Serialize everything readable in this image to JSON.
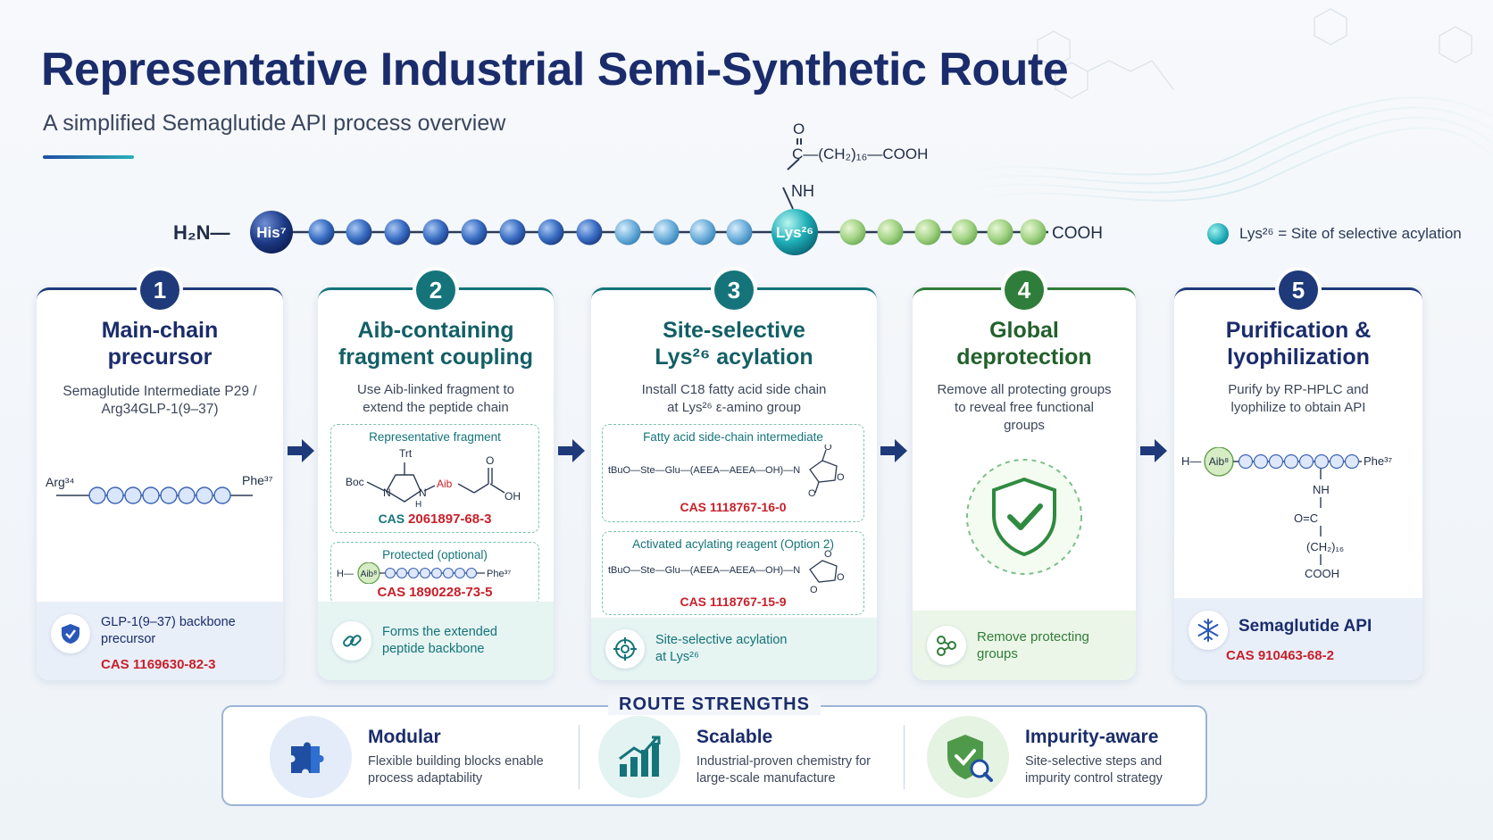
{
  "header": {
    "title": "Representative Industrial Semi-Synthetic Route",
    "subtitle": "A simplified Semaglutide API process overview"
  },
  "chain": {
    "n_terminus": "H₂N—",
    "his_label": "His⁷",
    "lys_label": "Lys²⁶",
    "c_terminus": "COOH",
    "side_chain_o": "O",
    "side_chain_top": "C—(CH₂)₁₆—COOH",
    "side_chain_nh": "NH"
  },
  "legend": {
    "text": "Lys²⁶ = Site of selective acylation"
  },
  "steps": [
    {
      "number": "1",
      "title_l1": "Main-chain",
      "title_l2": "precursor",
      "desc_l1": "Semaglutide Intermediate P29 /",
      "desc_l2": "Arg34GLP-1(9–37)",
      "peptide_left": "Arg³⁴",
      "peptide_right": "Phe³⁷",
      "footer_l1": "GLP-1(9–37) backbone",
      "footer_l2": "precursor",
      "footer_cas": "CAS  1169630-82-3",
      "color": "#1f3a7a"
    },
    {
      "number": "2",
      "title_l1": "Aib-containing",
      "title_l2": "fragment coupling",
      "desc_l1": "Use Aib-linked fragment to",
      "desc_l2": "extend the peptide chain",
      "box1_title": "Representative fragment",
      "box1_trt": "Trt",
      "box1_boc": "Boc",
      "box1_aib": "Aib",
      "box1_oh": "OH",
      "box1_o": "O",
      "box1_n": "N",
      "box1_nh": "N",
      "box1_h": "H",
      "box1_cas_label": "CAS",
      "box1_cas": "2061897-68-3",
      "box2_title": "Protected (optional)",
      "box2_h": "H—",
      "box2_aib": "Aib⁸",
      "box2_phe": "Phe³⁷",
      "box2_cas_label": "CAS",
      "box2_cas": "1890228-73-5",
      "footer_l1": "Forms the extended",
      "footer_l2": "peptide backbone",
      "color": "#14747a"
    },
    {
      "number": "3",
      "title_l1": "Site-selective",
      "title_l2": "Lys²⁶ acylation",
      "desc_l1": "Install C18 fatty acid side chain",
      "desc_l2": "at Lys²⁶ ε-amino group",
      "box1_title": "Fatty acid side-chain intermediate",
      "box1_formula": "tBuO—Ste—Glu—(AEEA—AEEA—OH)—N",
      "box1_cas": "CAS  1118767-16-0",
      "box2_title": "Activated acylating reagent (Option 2)",
      "box2_formula": "tBuO—Ste—Glu—(AEEA—AEEA—OH)—N",
      "box2_cas": "CAS  1118767-15-9",
      "footer_l1": "Site-selective acylation",
      "footer_l2": "at Lys²⁶",
      "color": "#14747a"
    },
    {
      "number": "4",
      "title_l1": "Global",
      "title_l2": "deprotection",
      "desc_l1": "Remove all protecting groups",
      "desc_l2": "to reveal free functional",
      "desc_l3": "groups",
      "footer_l1": "Remove protecting",
      "footer_l2": "groups",
      "color": "#2f7d3a"
    },
    {
      "number": "5",
      "title_l1": "Purification &",
      "title_l2": "lyophilization",
      "desc_l1": "Purify by RP-HPLC and",
      "desc_l2": "lyophilize to obtain API",
      "peptide_h": "H—",
      "peptide_aib": "Aib⁸",
      "peptide_phe": "Phe³⁷",
      "side_nh": "NH",
      "side_co": "O=C",
      "side_ch2": "(CH₂)₁₆",
      "side_cooh": "COOH",
      "footer_title": "Semaglutide API",
      "footer_cas": "CAS  910463-68-2",
      "color": "#1f3a7a"
    }
  ],
  "strengths": {
    "title": "ROUTE STRENGTHS",
    "items": [
      {
        "title": "Modular",
        "desc_l1": "Flexible building blocks enable",
        "desc_l2": "process adaptability"
      },
      {
        "title": "Scalable",
        "desc_l1": "Industrial-proven chemistry for",
        "desc_l2": "large-scale manufacture"
      },
      {
        "title": "Impurity-aware",
        "desc_l1": "Site-selective steps and",
        "desc_l2": "impurity control strategy"
      }
    ]
  },
  "colors": {
    "navy": "#1a2c6b",
    "teal": "#14747a",
    "green": "#2f7d3a",
    "cas_red": "#c8202a"
  }
}
